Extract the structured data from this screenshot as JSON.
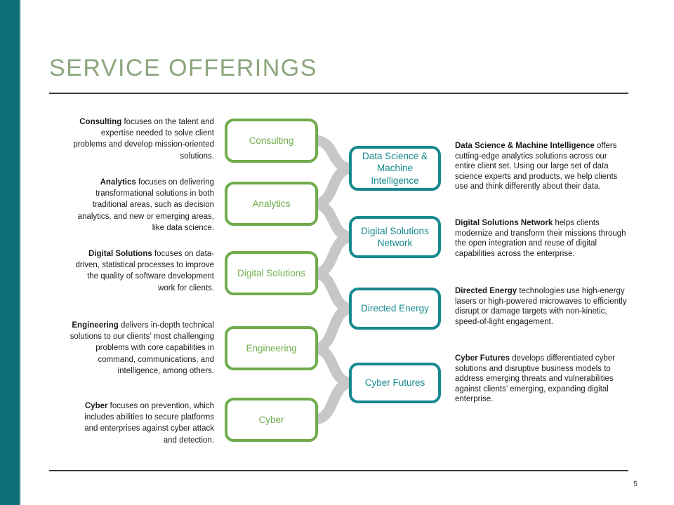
{
  "title": "SERVICE OFFERINGS",
  "page_number": "5",
  "left_column": [
    {
      "term": "Consulting",
      "text": " focuses on the talent and expertise needed to solve client problems and develop mission-oriented solutions."
    },
    {
      "term": "Analytics",
      "text": " focuses on delivering transformational solutions in both traditional areas, such as decision analytics, and new or emerging areas, like data science."
    },
    {
      "term": "Digital Solutions",
      "text": " focuses on data-driven, statistical processes to improve the quality of software development work for clients."
    },
    {
      "term": "Engineering",
      "text": " delivers in-depth technical solutions to our clients’ most challenging problems with core capabilities in command, communications, and intelligence, among others."
    },
    {
      "term": "Cyber",
      "text": " focuses on prevention, which includes abilities to secure platforms and enterprises against cyber attack and detection."
    }
  ],
  "service_boxes": [
    {
      "label": "Consulting"
    },
    {
      "label": "Analytics"
    },
    {
      "label": "Digital Solutions"
    },
    {
      "label": "Engineering"
    },
    {
      "label": "Cyber"
    }
  ],
  "offering_boxes": [
    {
      "label": "Data Science & Machine Intelligence"
    },
    {
      "label": "Digital Solutions Network"
    },
    {
      "label": "Directed Energy"
    },
    {
      "label": "Cyber Futures"
    }
  ],
  "right_column": [
    {
      "term": "Data Science & Machine Intelligence",
      "text": " offers cutting-edge analytics solutions across our entire client set. Using our large set of data science experts and products, we help clients use and think differently about their data."
    },
    {
      "term": "Digital Solutions Network",
      "text": " helps clients modernize and transform their missions through the open integration and reuse of digital capabilities across the enterprise."
    },
    {
      "term": "Directed Energy",
      "text": " technologies use high-energy lasers or high-powered microwaves to efficiently disrupt or damage targets with non-kinetic, speed-of-light engagement."
    },
    {
      "term": "Cyber Futures",
      "text": " develops differentiated cyber solutions and disruptive business models to address emerging threats and vulnerabilities against clients’ emerging, expanding digital enterprise."
    }
  ],
  "colors": {
    "accent_bar": "#0E6F78",
    "title": "#8CA57E",
    "service_green": "#6FAC4B",
    "offering_teal": "#17898F",
    "connector_gray": "#C7C7C7"
  }
}
